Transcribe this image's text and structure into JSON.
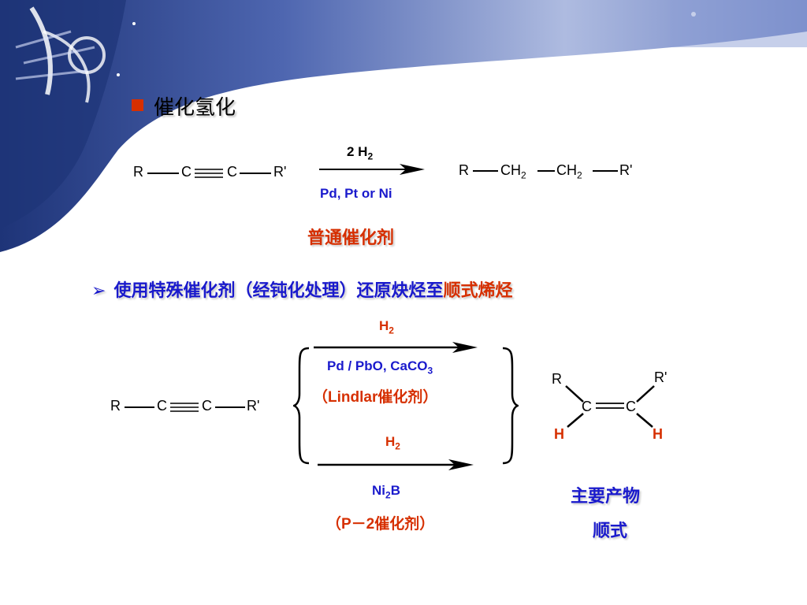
{
  "slide": {
    "heading": "催化氢化",
    "reaction1": {
      "reactant": [
        "R",
        "C",
        "C",
        "R'"
      ],
      "reagent_top": "2 H",
      "reagent_top_sub": "2",
      "catalyst": "Pd, Pt or Ni",
      "product": {
        "r": "R",
        "ch_a": "CH",
        "ch_a_sub": "2",
        "ch_b": "CH",
        "ch_b_sub": "2",
        "r_prime": "R'"
      },
      "note": "普通催化剂"
    },
    "bullet": {
      "arrow_glyph": "➢",
      "text_blue": "使用特殊催化剂（经钝化处理）还原炔烃至",
      "text_red": "顺式烯烃"
    },
    "reaction2": {
      "reactant": [
        "R",
        "C",
        "C",
        "R'"
      ],
      "path1": {
        "reagent": "H",
        "reagent_sub": "2",
        "catalyst_main": "Pd / PbO, CaCO",
        "catalyst_sub": "3",
        "catalyst_name": "（Lindlar催化剂）"
      },
      "path2": {
        "reagent": "H",
        "reagent_sub": "2",
        "catalyst_main": "Ni",
        "catalyst_sub": "2",
        "catalyst_tail": "B",
        "catalyst_name": "（P－2催化剂）"
      },
      "product": {
        "top_left": "R",
        "top_right": "R'",
        "c_left": "C",
        "c_right": "C",
        "bottom_left": "H",
        "bottom_right": "H"
      },
      "note_line1": "主要产物",
      "note_line2": "顺式"
    },
    "colors": {
      "accent_red": "#d62f00",
      "accent_blue": "#1a1acc",
      "banner_dark": "#2b4390"
    }
  }
}
